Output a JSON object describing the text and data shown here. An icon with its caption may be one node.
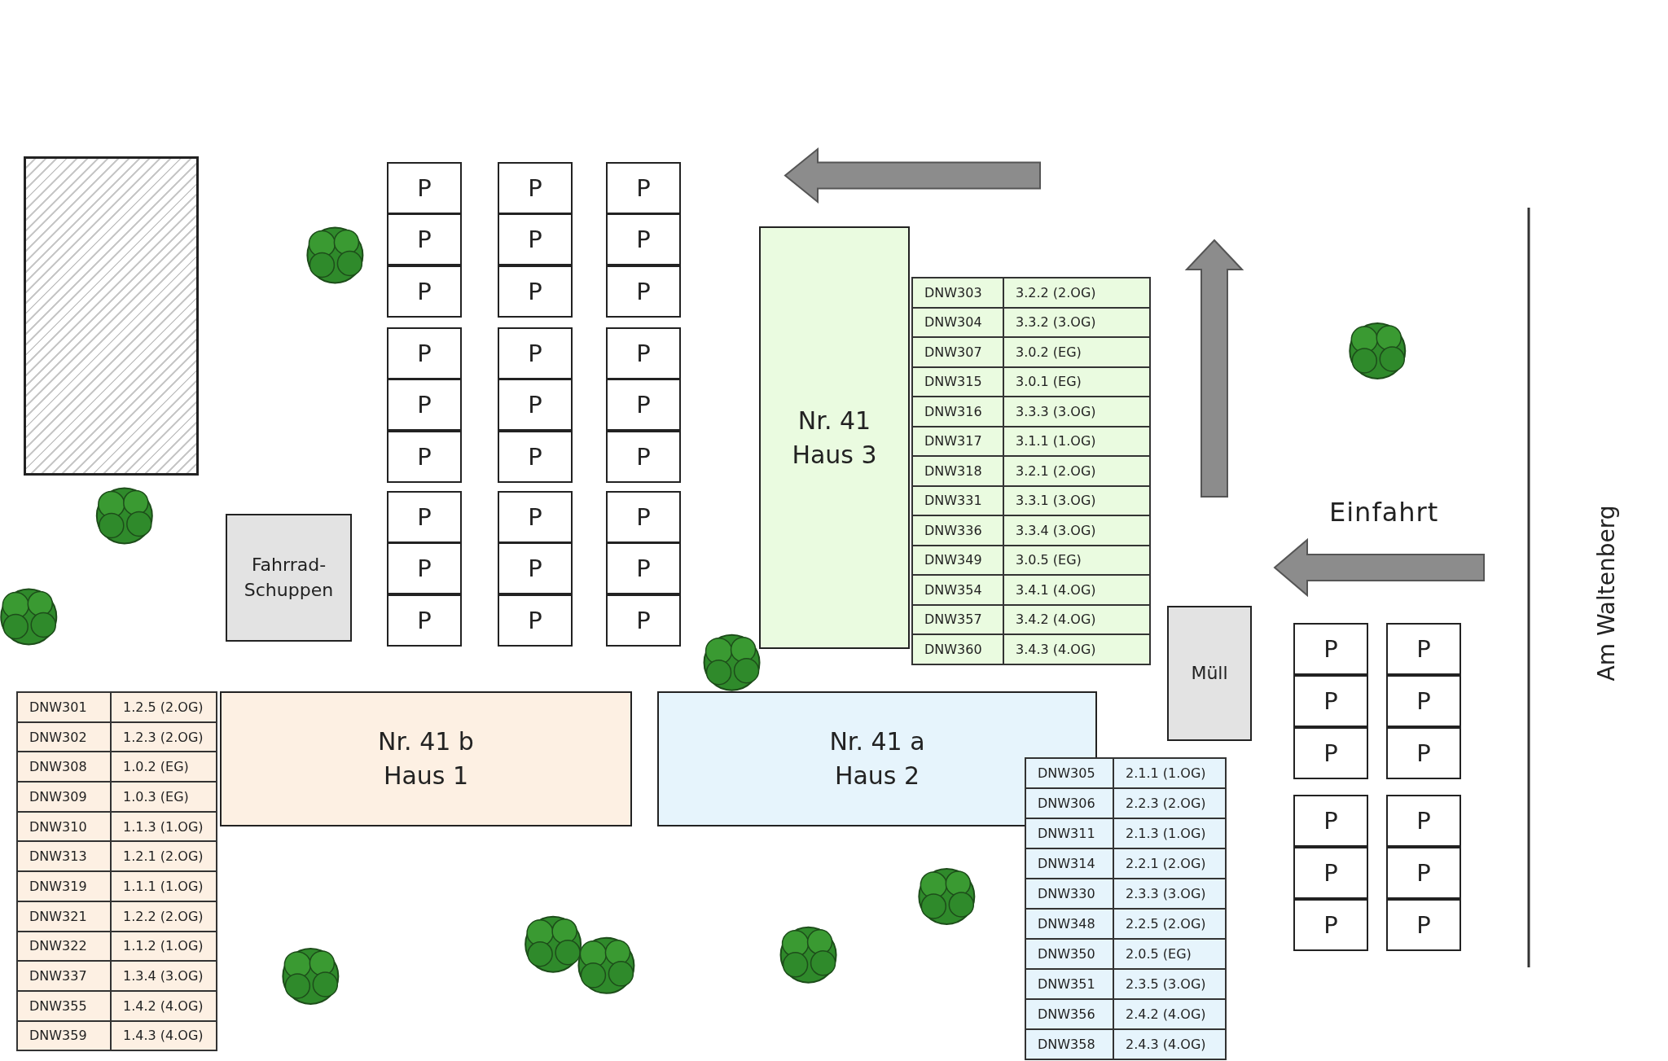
{
  "diagram": {
    "nodes": [
      {
        "text": [],
        "shape": "box"
      },
      {
        "text": [
          "P"
        ]
      },
      {
        "text": [
          "P"
        ]
      },
      {
        "text": [
          "P"
        ]
      },
      {
        "text": [
          "P"
        ]
      },
      {
        "text": [
          "P"
        ]
      },
      {
        "text": [
          "P"
        ]
      },
      {
        "text": [
          "P"
        ]
      },
      {
        "text": [
          "P"
        ]
      },
      {
        "text": [
          "P"
        ]
      },
      {
        "text": [
          "P"
        ]
      },
      {
        "text": [
          "P"
        ]
      },
      {
        "text": [
          "P"
        ]
      },
      {
        "text": [
          "P"
        ]
      },
      {
        "text": [
          "P"
        ]
      },
      {
        "text": [
          "P"
        ]
      },
      {
        "text": [
          "P"
        ]
      },
      {
        "text": [
          "P"
        ]
      },
      {
        "text": [
          "P"
        ]
      },
      {
        "text": [
          "P"
        ]
      },
      {
        "text": [
          "P"
        ]
      },
      {
        "text": [
          "P"
        ]
      },
      {
        "text": [
          "P"
        ]
      },
      {
        "text": [
          "P"
        ]
      },
      {
        "text": [
          "P"
        ]
      },
      {
        "text": [
          "P"
        ]
      },
      {
        "text": [
          "P"
        ]
      },
      {
        "text": [
          "P"
        ]
      },
      {
        "text": [
          "Nr. 41",
          "Haus 3"
        ]
      },
      {
        "text": [
          "Fahrrad-Schuppen"
        ]
      },
      {
        "text": [
          "Müll"
        ]
      },
      {
        "text": [
          "P"
        ]
      },
      {
        "text": [
          "P"
        ]
      },
      {
        "text": [
          "P"
        ]
      },
      {
        "text": [
          "P"
        ]
      },
      {
        "text": [
          "P"
        ]
      },
      {
        "text": [
          "P"
        ]
      },
      {
        "text": [
          "P"
        ]
      },
      {
        "text": [
          "P"
        ]
      },
      {
        "text": [
          "P"
        ]
      },
      {
        "text": [
          "P"
        ]
      },
      {
        "text": [
          "P"
        ]
      },
      {
        "text": [
          "P"
        ]
      },
      {
        "text": [
          "Nr. 41 b",
          "Haus 1"
        ]
      },
      {
        "text": [
          "Nr. 41 a",
          "Haus 2"
        ]
      }
    ],
    "labels": [
      "DNW303",
      "3.2.2 (2.OG)",
      "DNW304",
      "3.3.2 (3.OG)",
      "DNW307",
      "3.0.2 (EG)",
      "DNW315",
      "3.0.1 (EG)",
      "DNW316",
      "3.3.3 (3.OG)",
      "DNW317",
      "3.1.1 (1.OG)",
      "DNW318",
      "3.2.1 (2.OG)",
      "DNW331",
      "3.3.1 (3.OG)",
      "DNW336",
      "3.3.4 (3.OG)",
      "DNW349",
      "3.0.5 (EG)",
      "DNW354",
      "3.4.1 (4.OG)",
      "DNW357",
      "3.4.2 (4.OG)",
      "DNW360",
      "3.4.3 (4.OG)",
      "Einfahrt",
      "Am Waltenberg",
      "DNW301",
      "1.2.5 (2.OG)",
      "DNW302",
      "1.2.3 (2.OG)",
      "DNW308",
      "1.0.2 (EG)",
      "DNW309",
      "1.0.3 (EG)",
      "DNW310",
      "1.1.3 (1.OG)",
      "DNW313",
      "1.2.1 (2.OG)",
      "DNW319",
      "1.1.1 (1.OG)",
      "DNW321",
      "1.2.2 (2.OG)",
      "DNW322",
      "1.1.2 (1.OG)",
      "DNW337",
      "1.3.4 (3.OG)",
      "DNW355",
      "1.4.2 (4.OG)",
      "DNW359",
      "1.4.3 (4.OG)",
      "DNW305",
      "2.1.1 (1.OG)",
      "DNW306",
      "2.2.3 (2.OG)",
      "DNW311",
      "2.1.3 (1.OG)",
      "DNW314",
      "2.2.1 (2.OG)",
      "DNW330",
      "2.3.3 (3.OG)",
      "DNW348",
      "2.2.5 (2.OG)",
      "DNW350",
      "2.0.5 (EG)",
      "DNW351",
      "2.3.5 (3.OG)",
      "DNW356",
      "2.4.2 (4.OG)",
      "DNW358",
      "2.4.3 (4.OG)"
    ]
  }
}
